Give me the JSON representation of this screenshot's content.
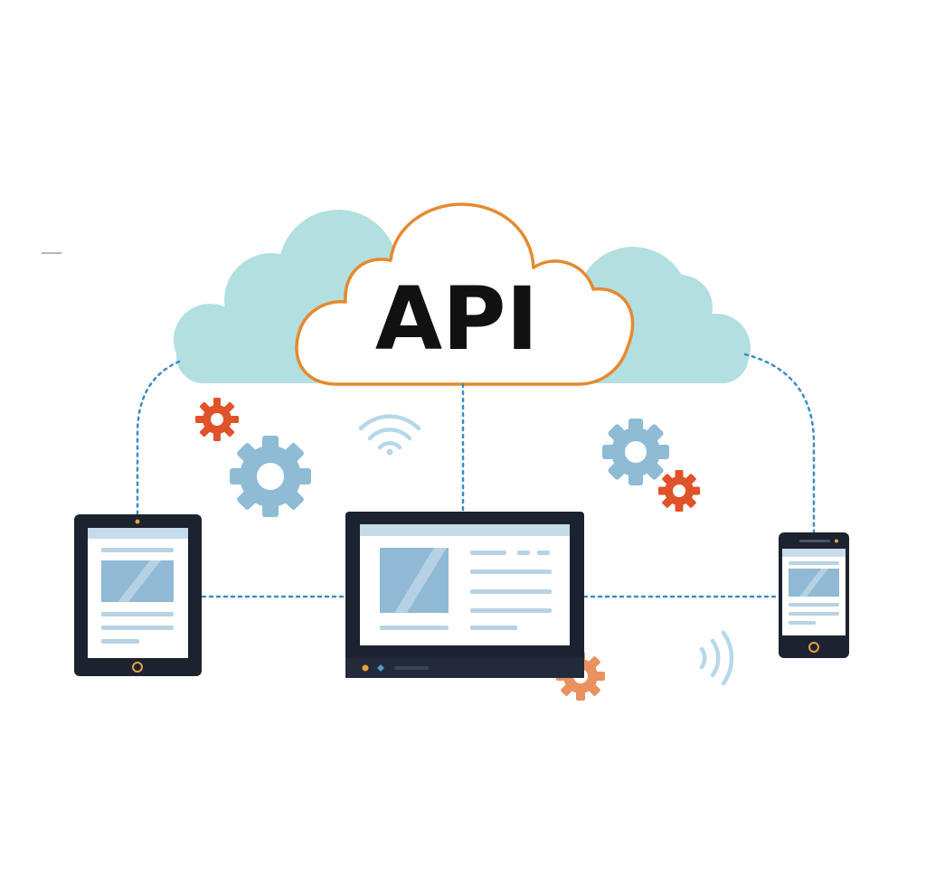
{
  "cloud": {
    "label": "API"
  },
  "colors": {
    "cloud_fill": "#b2dfe0",
    "cloud_outline": "#e58a2e",
    "api_text": "#111111",
    "connector": "#3a8ec4",
    "device_body": "#1c2230",
    "screen_bg": "#ffffff",
    "screen_header": "#c7dceb",
    "content_line": "#b8d3e3",
    "image_block": "#8fb9d4",
    "gear_orange": "#e0522a",
    "gear_light_orange": "#e9925f",
    "gear_blue": "#8fbcd4",
    "wifi": "#b6d8ea",
    "home_button": "#e8a040"
  },
  "icons": [
    "gear-icon",
    "wifi-icon",
    "home-button-icon"
  ],
  "devices": [
    "tablet",
    "laptop",
    "smartphone"
  ]
}
